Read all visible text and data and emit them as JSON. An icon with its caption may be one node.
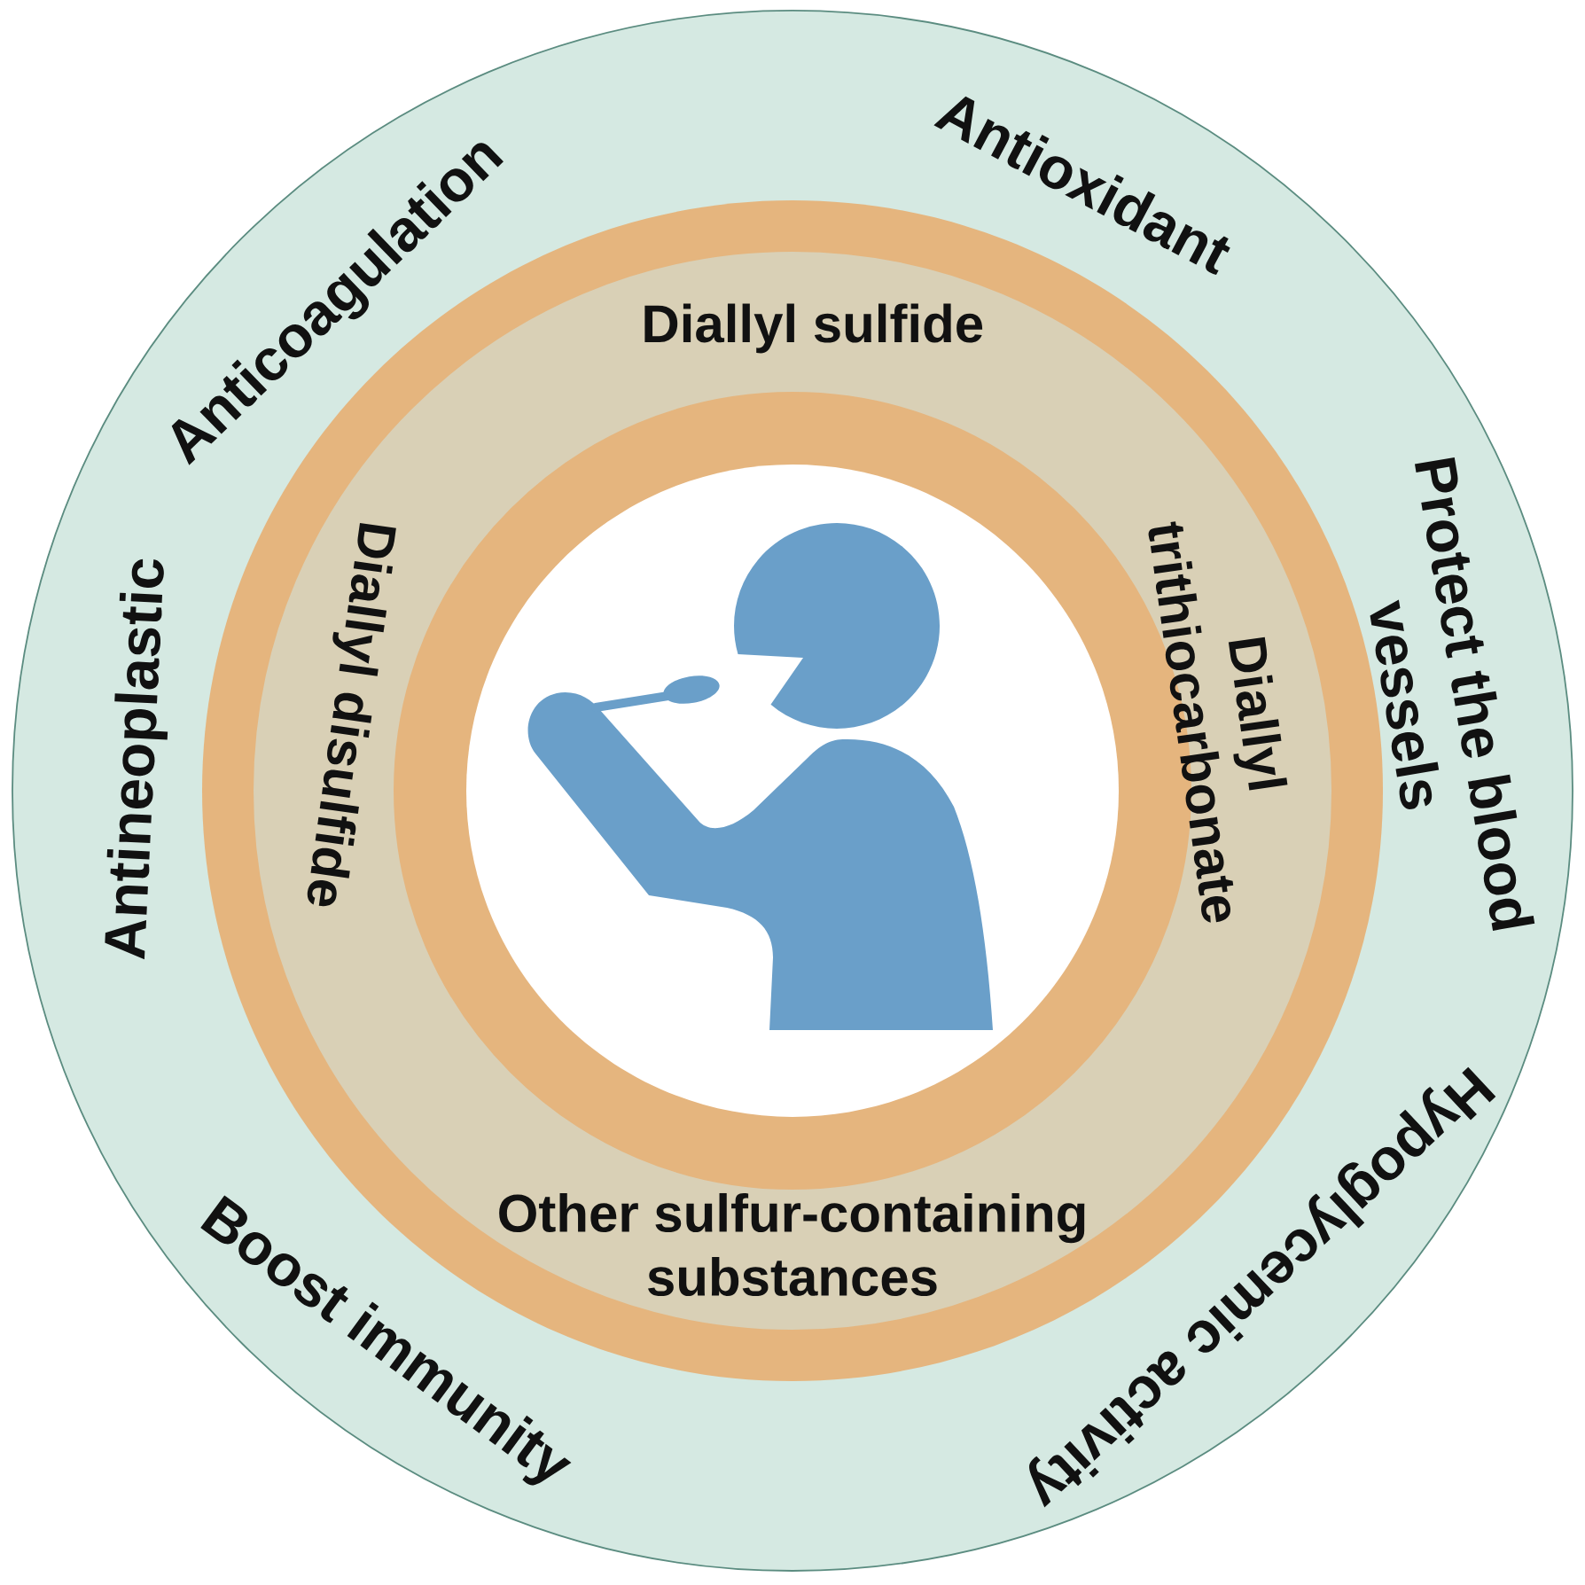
{
  "diagram": {
    "nodes": [
      {
        "text": [
          "Anticoagulation",
          "Antioxidant",
          "Protect the blood vessels",
          "Hypoglycemic activity",
          "Boost immunity",
          "Antineoplastic"
        ]
      },
      {
        "text": [
          "Diallyl sulfide",
          "Diallyl disulfide",
          "Diallyl trithiocarbonate",
          "Other sulfur-containing substances"
        ],
        "in": 0
      },
      {
        "text": [],
        "shape": "circle",
        "in": 1
      }
    ]
  }
}
